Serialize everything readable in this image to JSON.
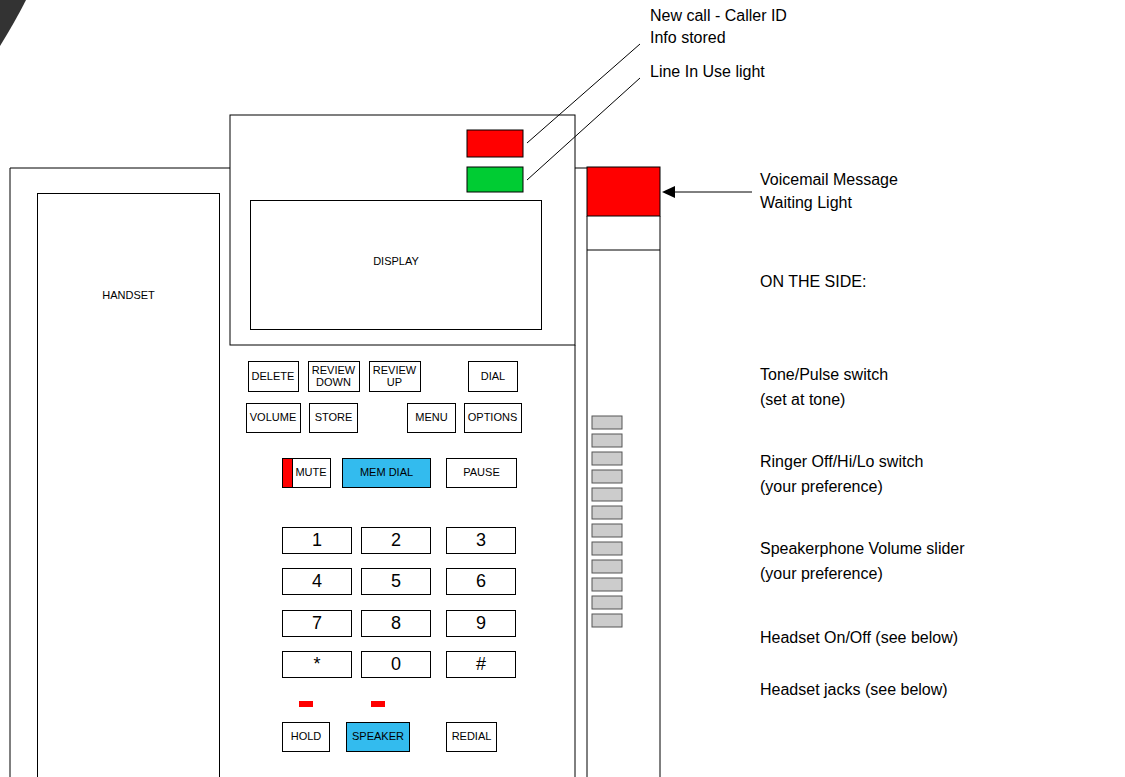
{
  "diagram": {
    "nodes": [
      {
        "text": [
          "HANDSET"
        ]
      },
      {
        "text": [
          "DISPLAY"
        ]
      },
      {
        "text": [
          "DELETE"
        ]
      },
      {
        "text": [
          "REVIEW DOWN"
        ]
      },
      {
        "text": [
          "REVIEW UP"
        ]
      },
      {
        "text": [
          "DIAL"
        ]
      },
      {
        "text": [
          "VOLUME"
        ]
      },
      {
        "text": [
          "STORE"
        ]
      },
      {
        "text": [
          "MENU"
        ]
      },
      {
        "text": [
          "OPTIONS"
        ]
      },
      {
        "text": [
          "MUTE"
        ]
      },
      {
        "text": [
          "MEM DIAL"
        ]
      },
      {
        "text": [
          "PAUSE"
        ]
      },
      {
        "text": [
          "1"
        ]
      },
      {
        "text": [
          "2"
        ]
      },
      {
        "text": [
          "3"
        ]
      },
      {
        "text": [
          "4"
        ]
      },
      {
        "text": [
          "5"
        ]
      },
      {
        "text": [
          "6"
        ]
      },
      {
        "text": [
          "7"
        ]
      },
      {
        "text": [
          "8"
        ]
      },
      {
        "text": [
          "9"
        ]
      },
      {
        "text": [
          "*"
        ]
      },
      {
        "text": [
          "0"
        ]
      },
      {
        "text": [
          "#"
        ]
      },
      {
        "text": [
          "HOLD"
        ]
      },
      {
        "text": [
          "SPEAKER"
        ]
      },
      {
        "text": [
          "REDIAL"
        ]
      }
    ],
    "labels": [
      "New call - Caller ID",
      "Info stored",
      "Line In Use light",
      "Voicemail Message",
      "Waiting Light",
      "ON THE SIDE:",
      "Tone/Pulse switch",
      "(set at tone)",
      "Ringer Off/Hi/Lo switch",
      "(your preference)",
      "Speakerphone Volume slider",
      "(your preference)",
      "Headset On/Off (see below)",
      "Headset jacks (see below)"
    ]
  }
}
